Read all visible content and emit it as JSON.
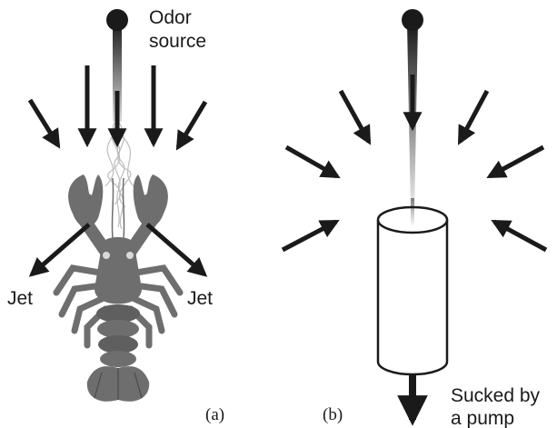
{
  "panel_a": {
    "caption": "(a)",
    "odor_label_line1": "Odor",
    "odor_label_line2": "source",
    "jet_left": "Jet",
    "jet_right": "Jet",
    "illustration": "crayfish-icon"
  },
  "panel_b": {
    "caption": "(b)",
    "pump_label_line1": "Sucked by",
    "pump_label_line2": "a pump",
    "illustration": "cylinder-icon"
  },
  "colors": {
    "ink": "#1a1a1a",
    "crayfish_body": "#6e6e6e",
    "crayfish_dark": "#4a4a4a",
    "background": "#ffffff"
  }
}
